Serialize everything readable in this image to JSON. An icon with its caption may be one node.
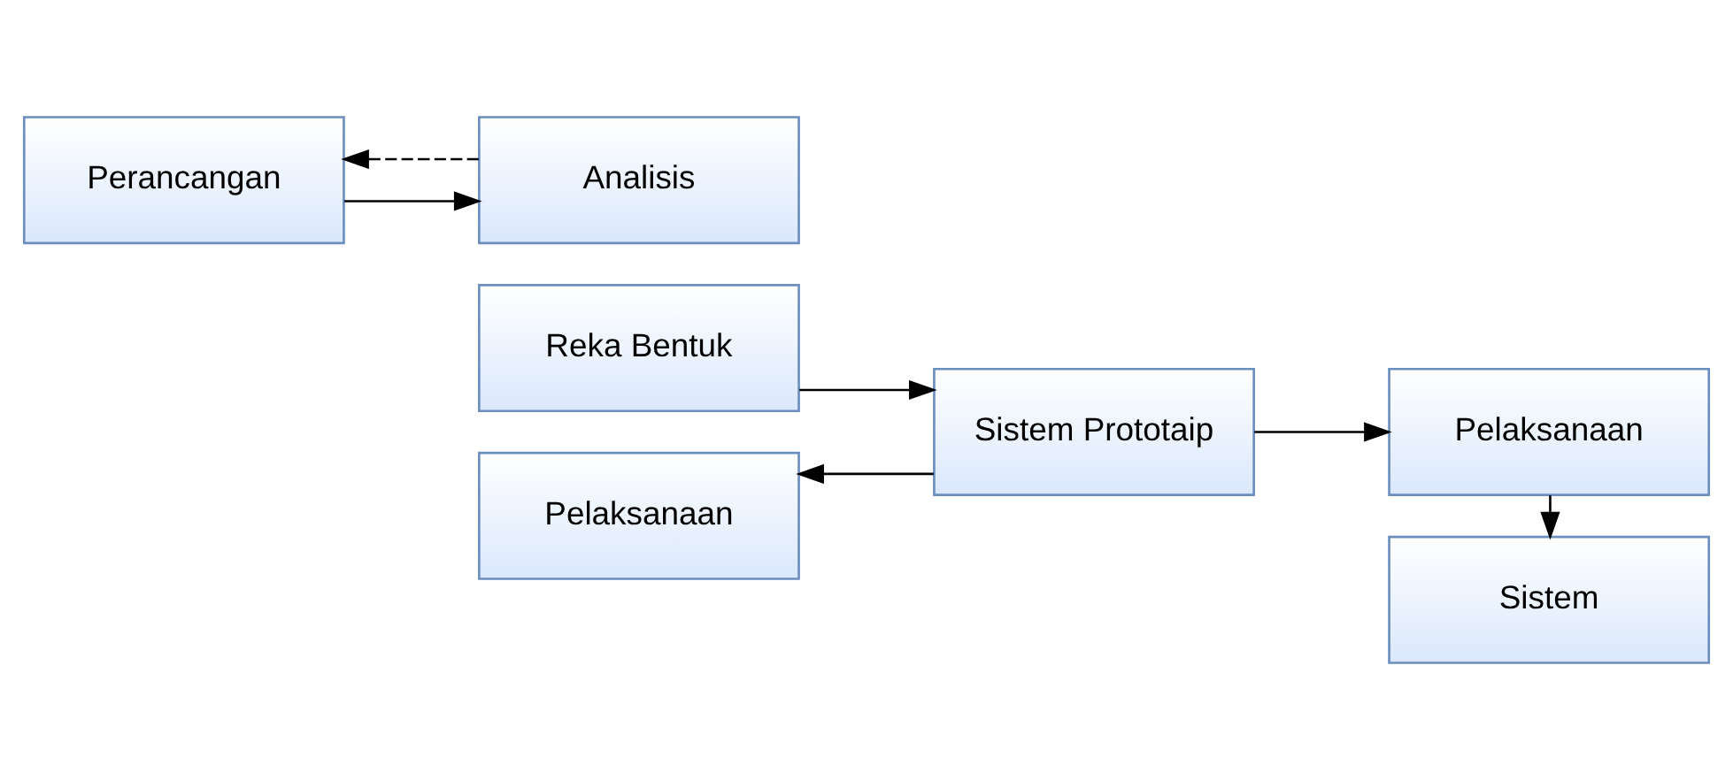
{
  "diagram": {
    "nodes": [
      {
        "text": [
          "Perancangan"
        ]
      },
      {
        "text": [
          "Analisis"
        ]
      },
      {
        "text": [
          "Reka Bentuk"
        ]
      },
      {
        "text": [
          "Pelaksanaan"
        ]
      },
      {
        "text": [
          "Sistem Prototaip"
        ]
      },
      {
        "text": [
          "Pelaksanaan"
        ]
      },
      {
        "text": [
          "Sistem"
        ]
      }
    ],
    "edges": [
      {
        "from": 0,
        "to": 1,
        "arrow": "to"
      },
      {
        "from": 1,
        "to": 0,
        "arrow": "to",
        "style": "dashed"
      },
      {
        "from": 2,
        "to": 4,
        "arrow": "to"
      },
      {
        "from": 4,
        "to": 5,
        "arrow": "to"
      },
      {
        "from": 4,
        "to": 3,
        "arrow": "to"
      },
      {
        "from": 5,
        "to": 6,
        "arrow": "to"
      }
    ]
  }
}
